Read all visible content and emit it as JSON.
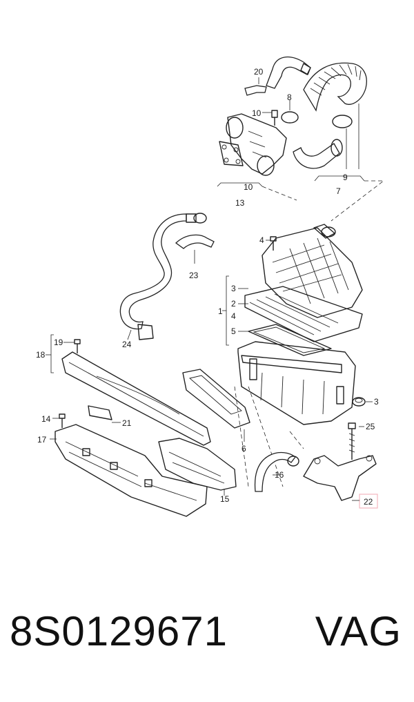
{
  "labels": {
    "p1": "1",
    "p2": "2",
    "p3": "3",
    "p3b": "3",
    "p4": "4",
    "p4b": "4",
    "p5": "5",
    "p6": "6",
    "p7": "7",
    "p8": "8",
    "p9": "9",
    "p10a": "10",
    "p10b": "10",
    "p13": "13",
    "p14": "14",
    "p15": "15",
    "p16": "16",
    "p17": "17",
    "p18": "18",
    "p19": "19",
    "p20": "20",
    "p21": "21",
    "p22": "22",
    "p23": "23",
    "p24": "24",
    "p25": "25"
  },
  "highlight": {
    "callout": "22",
    "color": "#f4b6bd"
  },
  "footer": {
    "part_number": "8S0129671",
    "brand": "VAG"
  }
}
